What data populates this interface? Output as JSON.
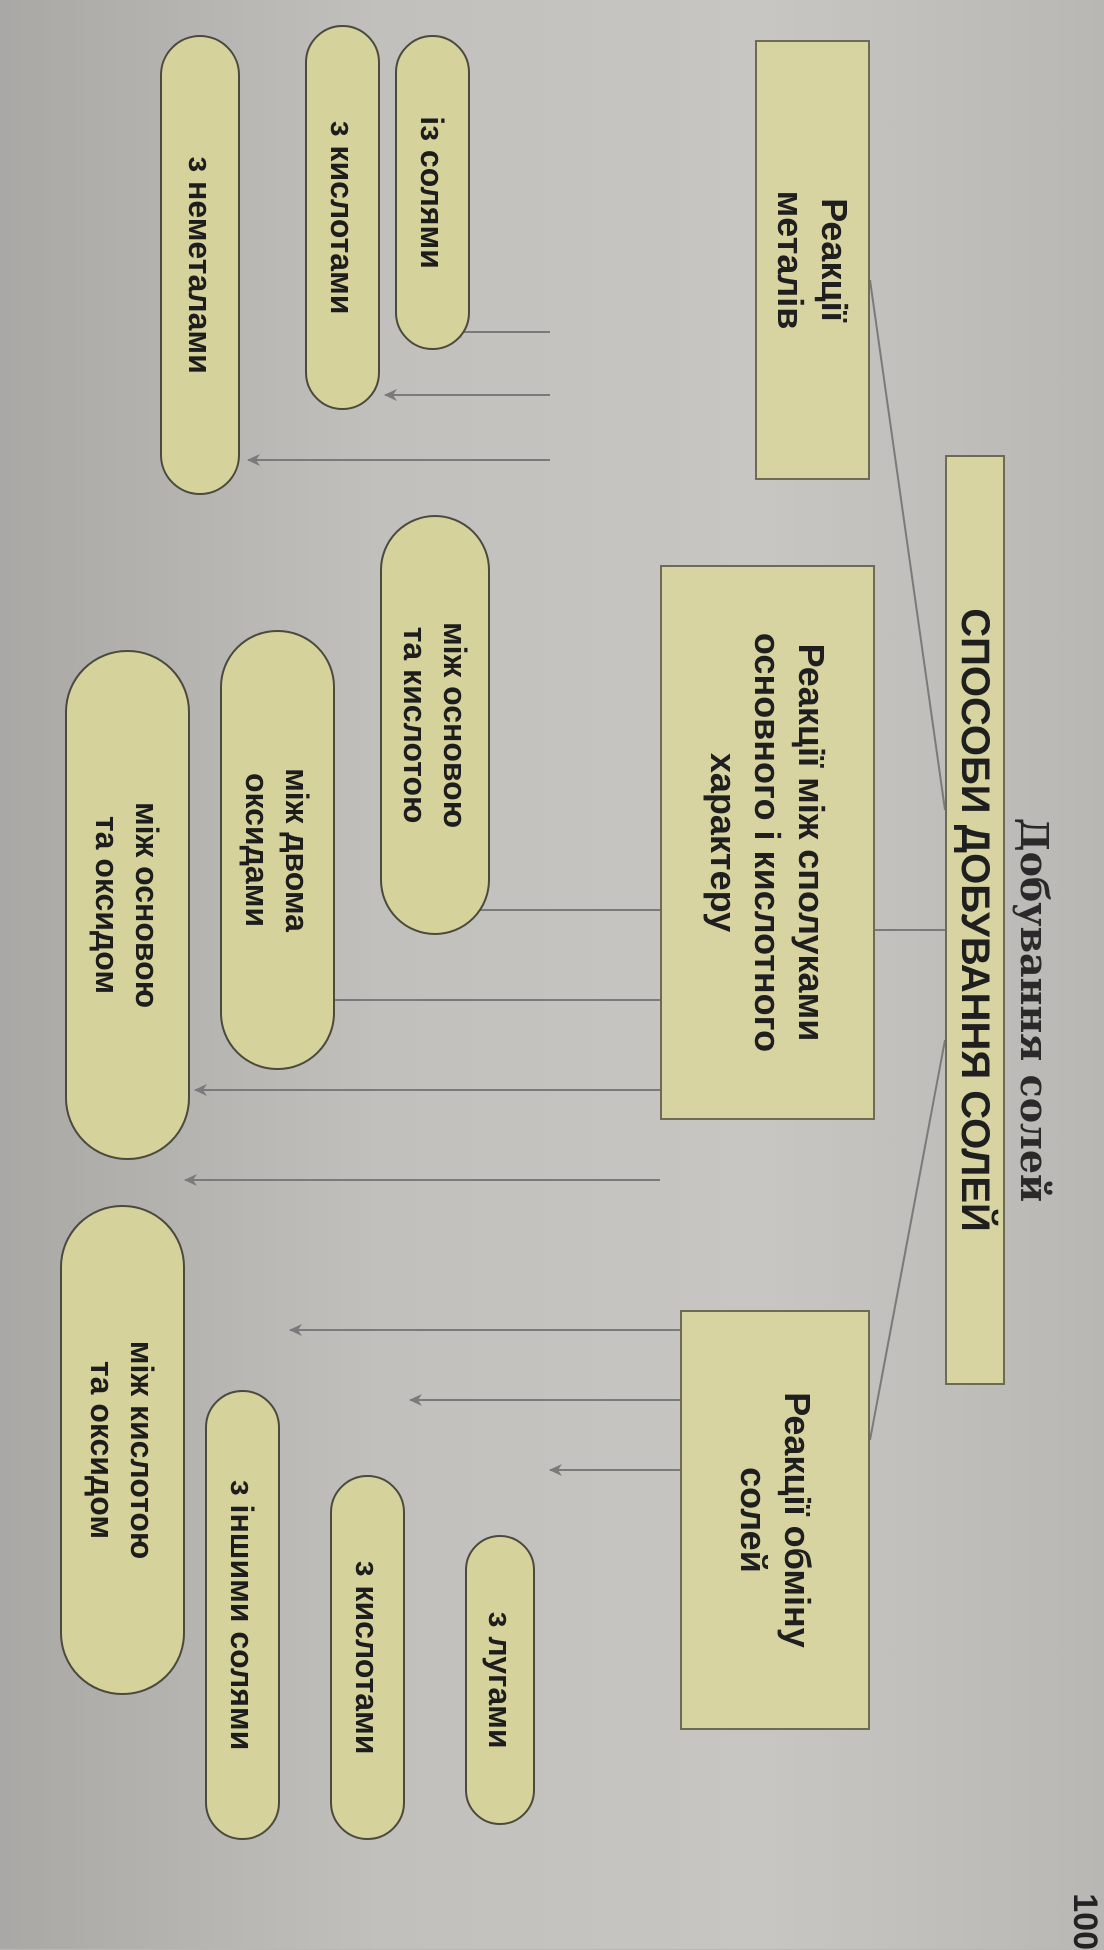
{
  "heading": "Добування солей",
  "title": "СПОСОБИ ДОБУВАННЯ СОЛЕЙ",
  "page_number": "100",
  "categories": [
    {
      "label": "Реакції\nметалів",
      "items": [
        "із солями",
        "з кислотами",
        "з неметалами"
      ]
    },
    {
      "label": "Реакції між сполуками\nосновного і кислотного\nхарактеру",
      "items": [
        "між основою\nта кислотою",
        "між двома\nоксидами",
        "між основою\nта оксидом",
        "між кислотою\nта оксидом"
      ]
    },
    {
      "label": "Реакції обміну\nсолей",
      "items": [
        "з лугами",
        "з кислотами",
        "з іншими солями"
      ]
    }
  ],
  "colors": {
    "box_fill": "#d8d4a2",
    "pill_fill": "#d6d29c",
    "line": "#7a7a7a"
  }
}
